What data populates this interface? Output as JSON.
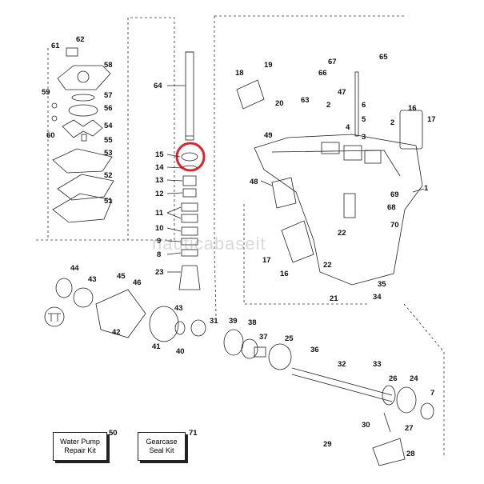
{
  "watermark": "nauticabaseit",
  "highlight_color": "#d9252b",
  "kits": [
    {
      "number": "50",
      "label_line1": "Water Pump",
      "label_line2": "Repair Kit"
    },
    {
      "number": "71",
      "label_line1": "Gearcase",
      "label_line2": "Seal Kit"
    }
  ],
  "callouts": [
    "61",
    "62",
    "58",
    "59",
    "57",
    "56",
    "60",
    "54",
    "55",
    "53",
    "52",
    "51",
    "64",
    "15",
    "14",
    "13",
    "12",
    "11",
    "10",
    "9",
    "8",
    "23",
    "44",
    "43",
    "45",
    "46",
    "42",
    "43",
    "41",
    "40",
    "31",
    "39",
    "38",
    "37",
    "25",
    "36",
    "32",
    "33",
    "26",
    "24",
    "7",
    "30",
    "27",
    "29",
    "28",
    "18",
    "19",
    "20",
    "63",
    "67",
    "66",
    "65",
    "47",
    "2",
    "6",
    "5",
    "4",
    "3",
    "2",
    "16",
    "17",
    "49",
    "48",
    "1",
    "69",
    "68",
    "70",
    "22",
    "17",
    "16",
    "22",
    "35",
    "21",
    "34"
  ]
}
